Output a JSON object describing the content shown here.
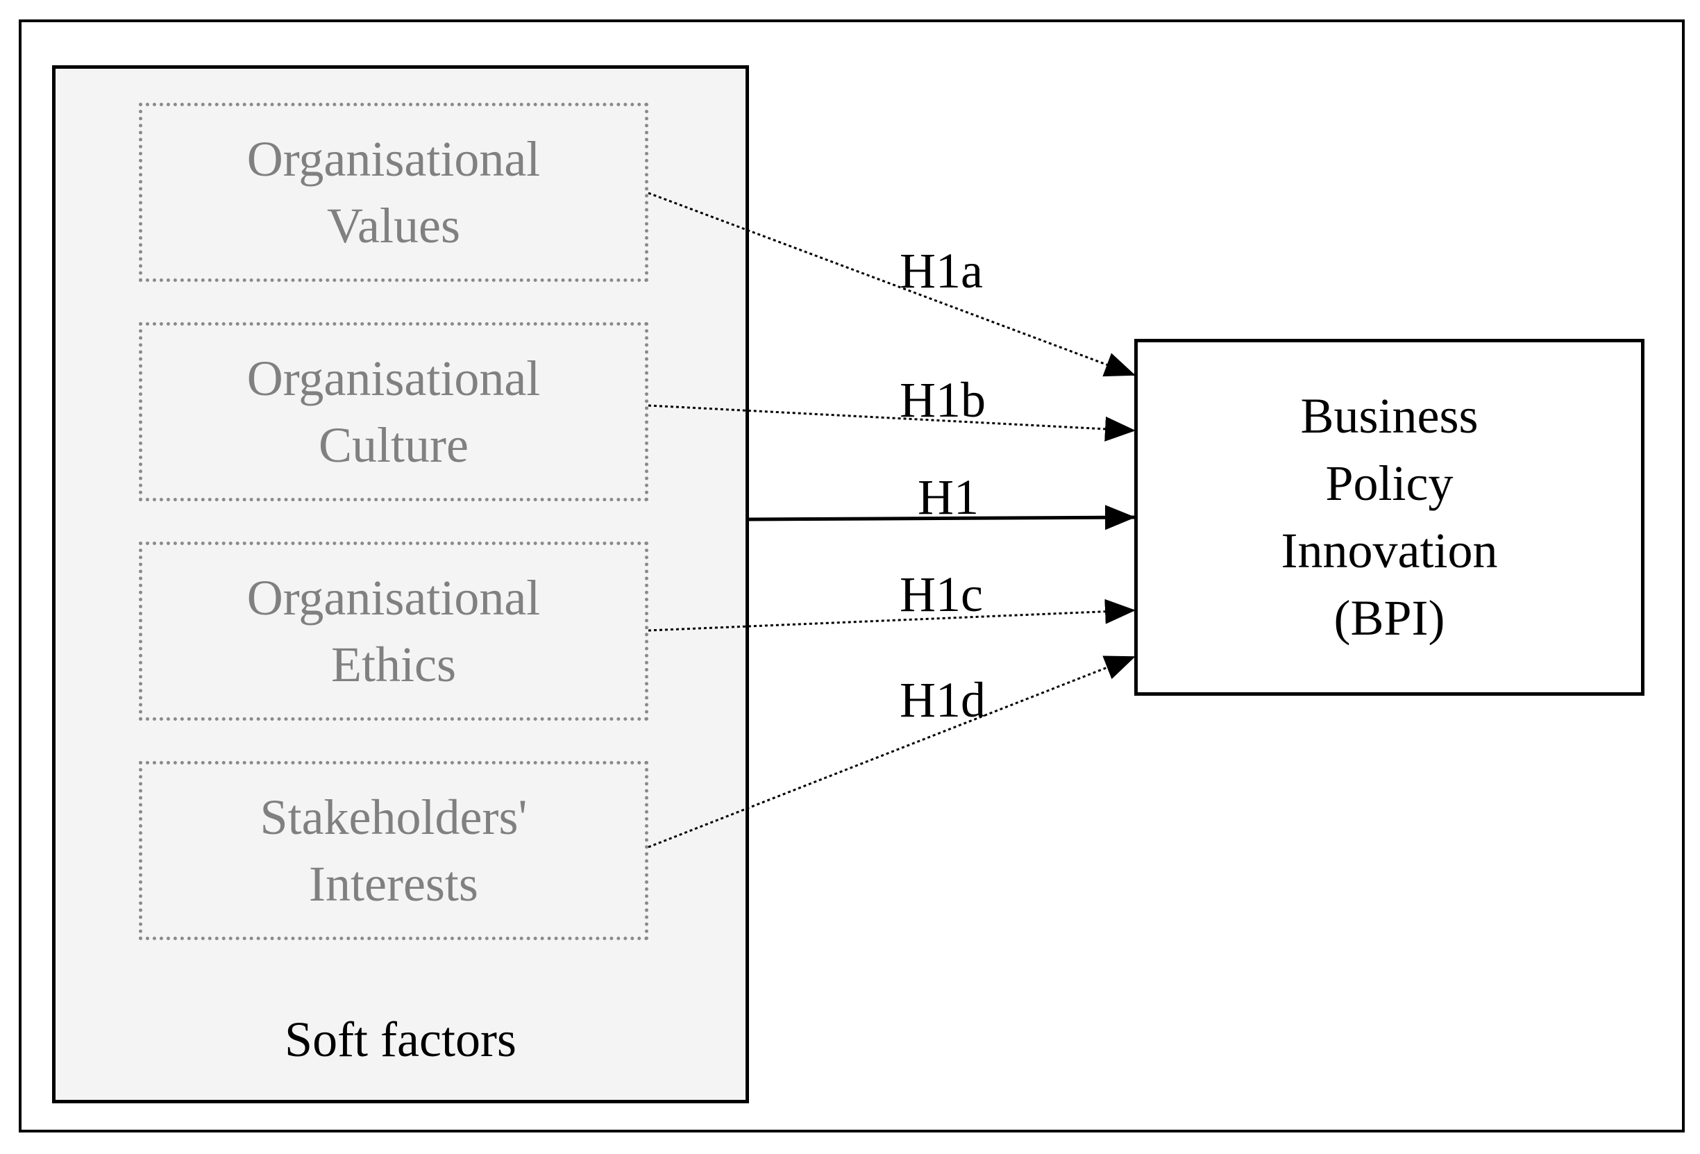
{
  "factors": [
    {
      "line1": "Organisational",
      "line2": "Values"
    },
    {
      "line1": "Organisational",
      "line2": "Culture"
    },
    {
      "line1": "Organisational",
      "line2": "Ethics"
    },
    {
      "line1": "Stakeholders'",
      "line2": "Interests"
    }
  ],
  "group_label": "Soft factors",
  "target": {
    "line1": "Business",
    "line2": "Policy",
    "line3": "Innovation",
    "line4": "(BPI)"
  },
  "hypotheses": {
    "h1a": "H1a",
    "h1b": "H1b",
    "h1": "H1",
    "h1c": "H1c",
    "h1d": "H1d"
  }
}
